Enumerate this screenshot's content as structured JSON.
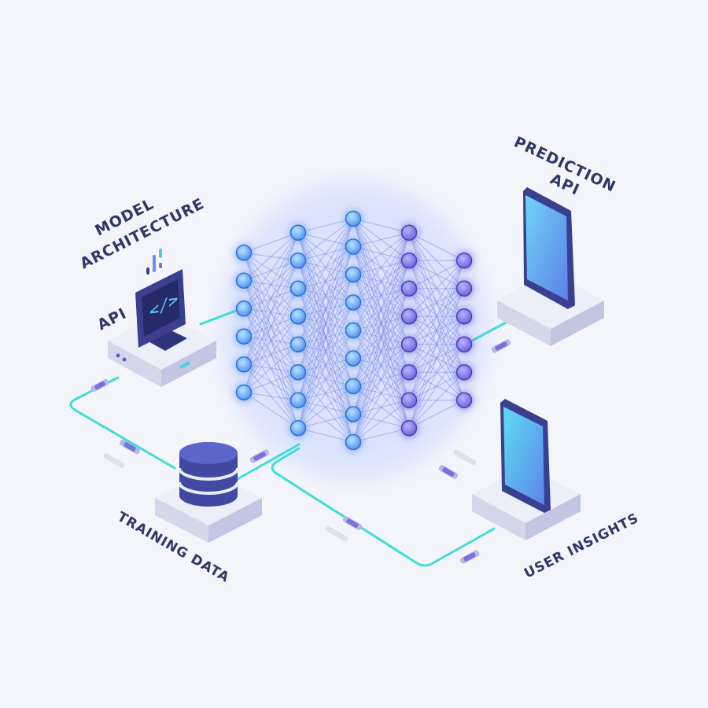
{
  "labels": {
    "model_architecture_line1": "MODEL",
    "model_architecture_line2": "ARCHITECTURE",
    "api": "API",
    "code_glyph": "</>",
    "prediction_api_line1": "PREDICTION",
    "prediction_api_line2": "API",
    "training_data": "TRAINING DATA",
    "user_insights": "USER INSIGHTS"
  },
  "network": {
    "layers": [
      6,
      8,
      9,
      8,
      6
    ]
  },
  "colors": {
    "background": "#f4f5fb",
    "node_blue": "#6ea6f7",
    "node_purple": "#7f78e8",
    "edge": "#7c8ee8",
    "connector": "#3fdcd8",
    "label": "#2f3768",
    "platform_top": "#eceef8",
    "platform_side": "#cfd3ea",
    "device_dark": "#3a3f8f",
    "screen_light": "#6ab4f5"
  },
  "icons": [
    "code-icon",
    "database-icon",
    "smartphone-icon",
    "server-icon"
  ]
}
